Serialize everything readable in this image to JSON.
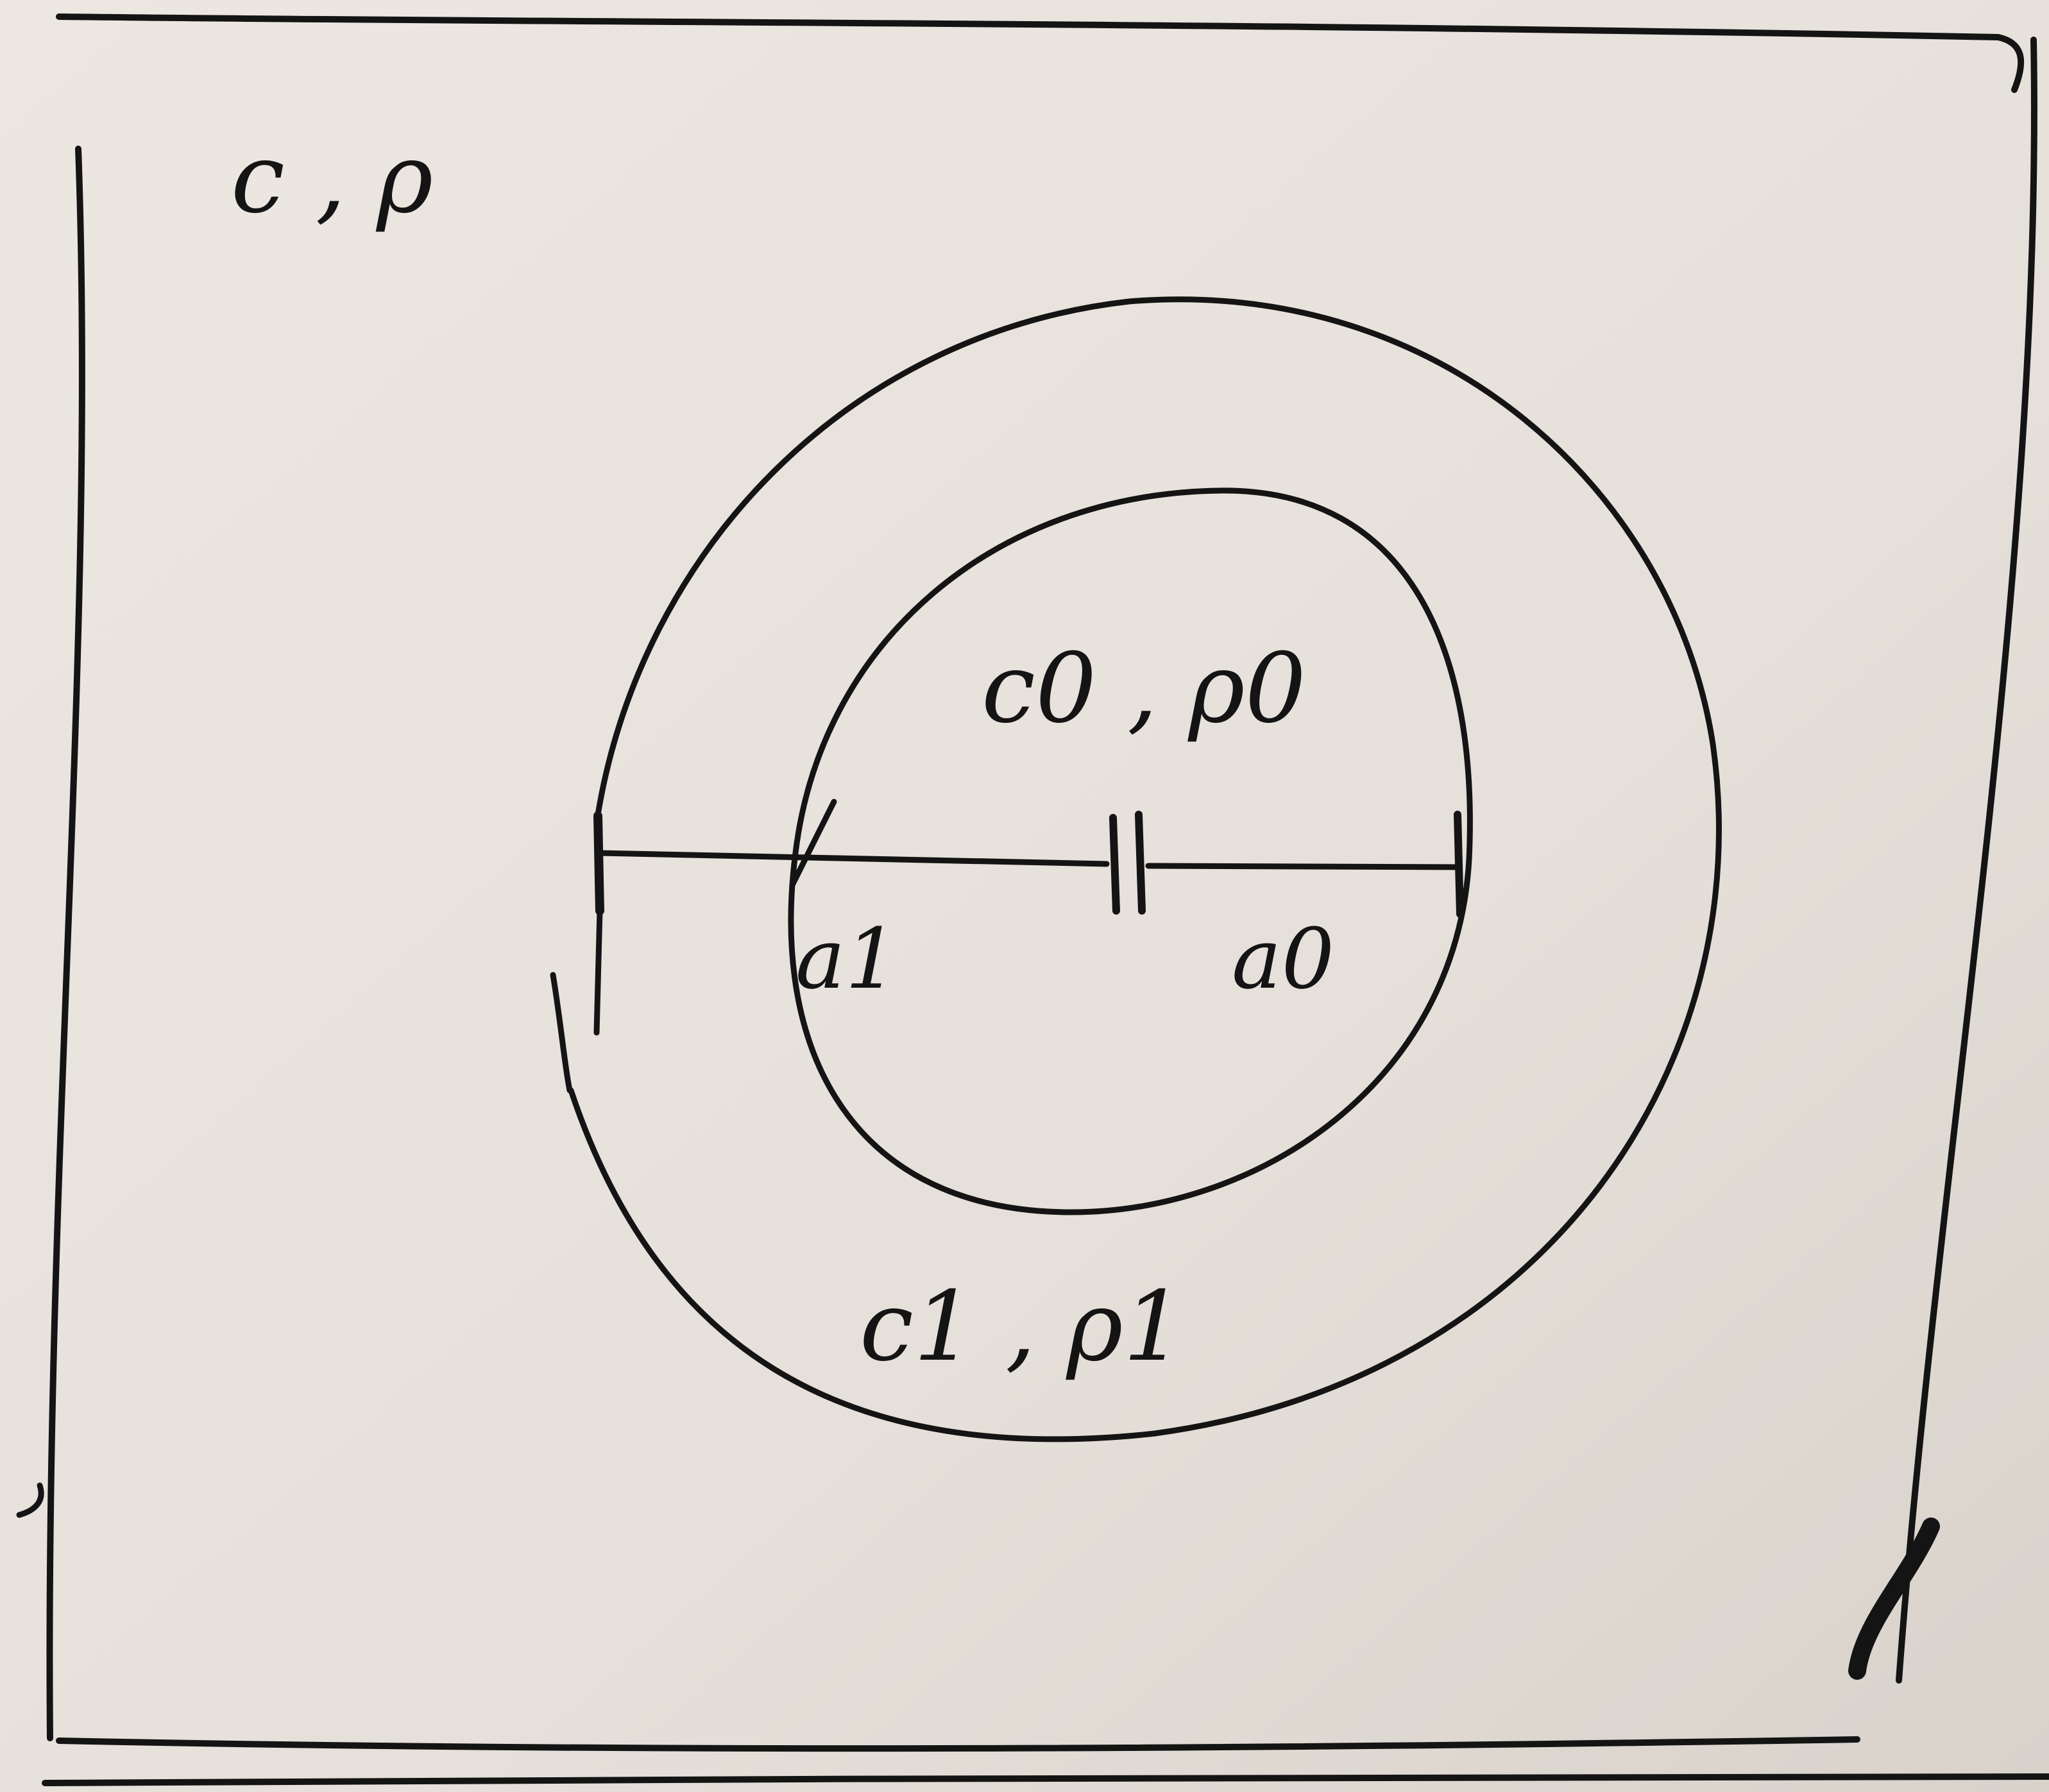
{
  "labels": {
    "outer_medium": "c , ρ",
    "inner_medium": "c0 , ρ0",
    "shell_medium": "c1 , ρ1",
    "outer_radius": "a1",
    "inner_radius": "a0"
  },
  "colors": {
    "paper": "#e8e2dc",
    "ink": "#141414"
  }
}
